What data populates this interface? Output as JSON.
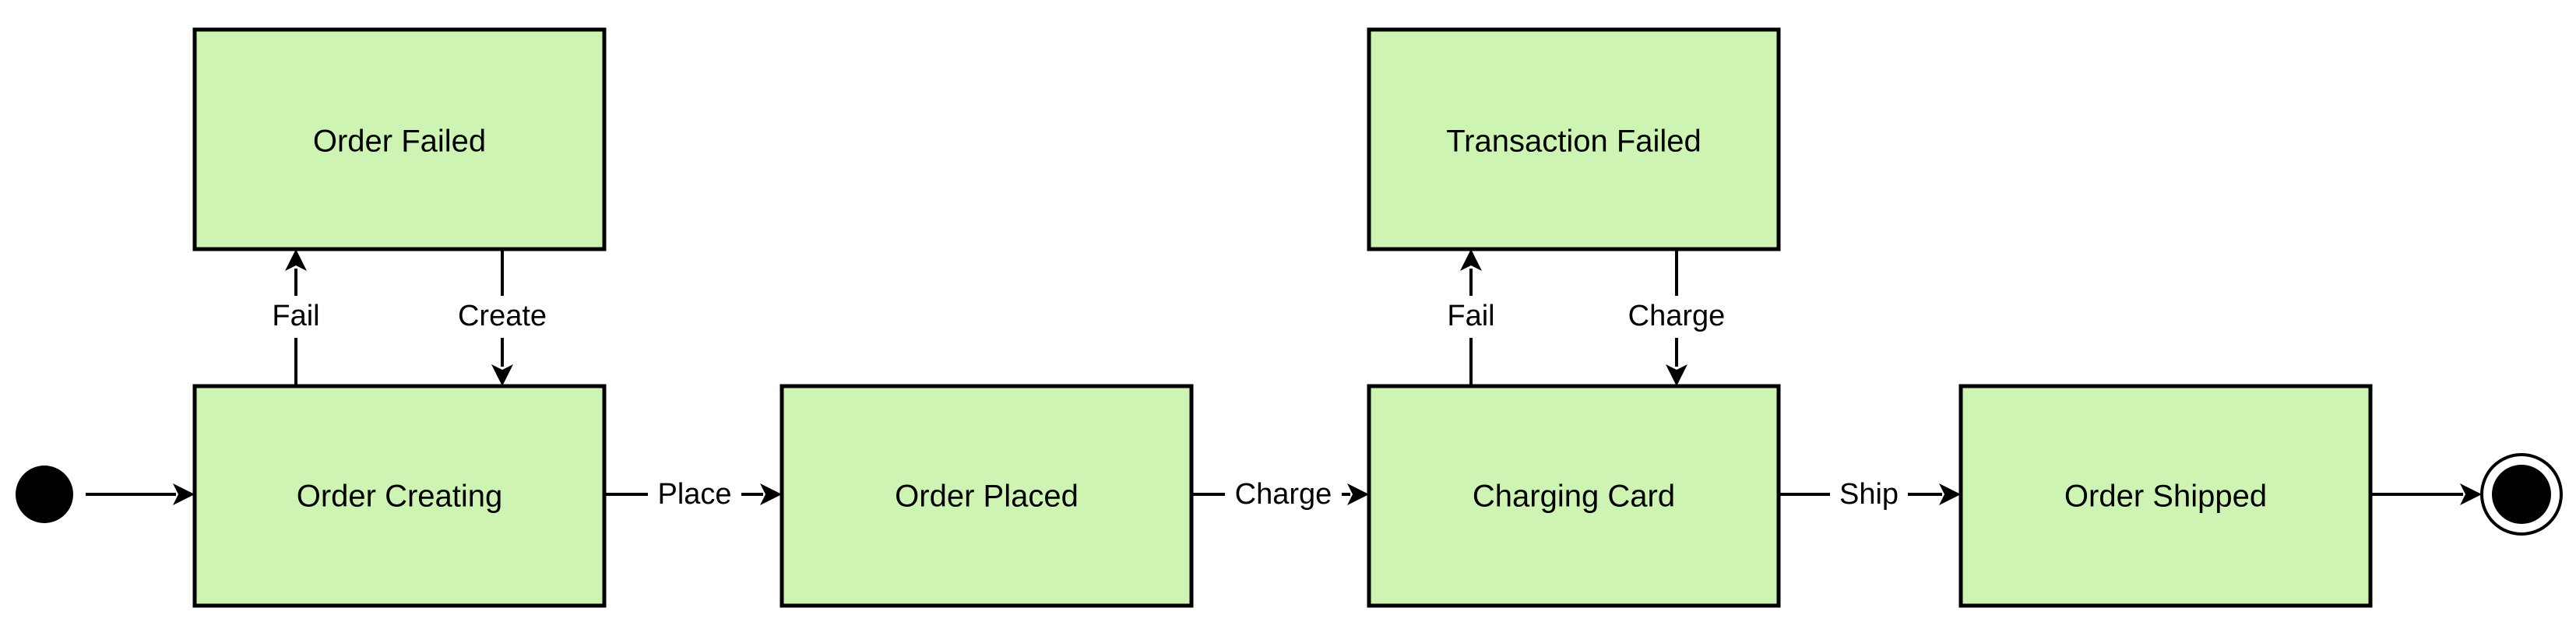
{
  "diagram": {
    "states": {
      "order_failed": "Order Failed",
      "transaction_failed": "Transaction Failed",
      "order_creating": "Order Creating",
      "order_placed": "Order Placed",
      "charging_card": "Charging Card",
      "order_shipped": "Order Shipped"
    },
    "transitions": {
      "fail_1": "Fail",
      "create": "Create",
      "fail_2": "Fail",
      "charge_retry": "Charge",
      "place": "Place",
      "charge": "Charge",
      "ship": "Ship"
    },
    "colors": {
      "state_fill": "#cdf4b3",
      "stroke": "#000000"
    }
  }
}
